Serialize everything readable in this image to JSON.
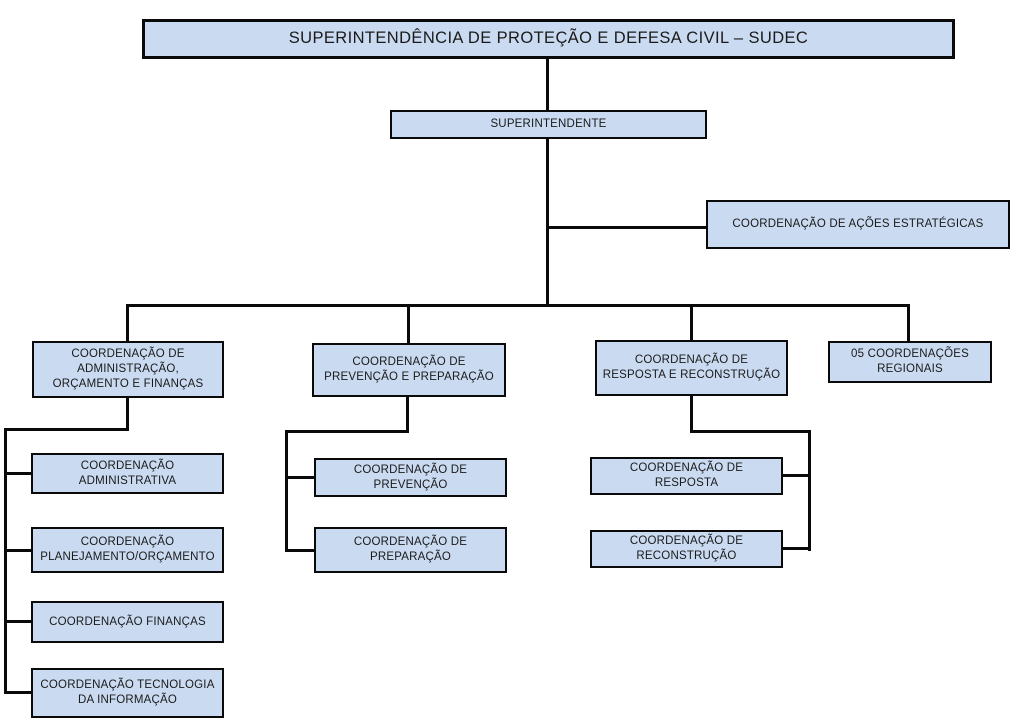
{
  "colors": {
    "node_fill": "#C9DAF1",
    "node_border": "#0A0A0A",
    "connector": "#0A0A0A",
    "background": "#FFFFFF",
    "text": "#1A1A1A"
  },
  "nodes": {
    "root": {
      "label": "SUPERINTENDÊNCIA DE PROTEÇÃO E DEFESA CIVIL – SUDEC"
    },
    "superintendent": {
      "label": "SUPERINTENDENTE"
    },
    "strategic_actions": {
      "label": "COORDENAÇÃO DE AÇÕES ESTRATÉGICAS"
    },
    "admin_budget_finance": {
      "label": "COORDENAÇÃO DE\nADMINISTRAÇÃO,\nORÇAMENTO E FINANÇAS"
    },
    "prevention_preparation": {
      "label": "COORDENAÇÃO DE\nPREVENÇÃO E PREPARAÇÃO"
    },
    "response_reconstruction": {
      "label": "COORDENAÇÃO DE\nRESPOSTA E RECONSTRUÇÃO"
    },
    "regional_coordinations": {
      "label": "05 COORDENAÇÕES\nREGIONAIS"
    },
    "administrative": {
      "label": "COORDENAÇÃO\nADMINISTRATIVA"
    },
    "planning_budget": {
      "label": "COORDENAÇÃO\nPLANEJAMENTO/ORÇAMENTO"
    },
    "finance": {
      "label": "COORDENAÇÃO FINANÇAS"
    },
    "information_technology": {
      "label": "COORDENAÇÃO TECNOLOGIA\nDA INFORMAÇÃO"
    },
    "prevention": {
      "label": "COORDENAÇÃO DE\nPREVENÇÃO"
    },
    "preparation": {
      "label": "COORDENAÇÃO DE\nPREPARAÇÃO"
    },
    "response": {
      "label": "COORDENAÇÃO DE\nRESPOSTA"
    },
    "reconstruction": {
      "label": "COORDENAÇÃO DE\nRECONSTRUÇÃO"
    }
  },
  "edges": [
    {
      "from": "root",
      "to": "superintendent"
    },
    {
      "from": "superintendent",
      "to": "strategic_actions"
    },
    {
      "from": "superintendent",
      "to": "admin_budget_finance"
    },
    {
      "from": "superintendent",
      "to": "prevention_preparation"
    },
    {
      "from": "superintendent",
      "to": "response_reconstruction"
    },
    {
      "from": "superintendent",
      "to": "regional_coordinations"
    },
    {
      "from": "admin_budget_finance",
      "to": "administrative"
    },
    {
      "from": "admin_budget_finance",
      "to": "planning_budget"
    },
    {
      "from": "admin_budget_finance",
      "to": "finance"
    },
    {
      "from": "admin_budget_finance",
      "to": "information_technology"
    },
    {
      "from": "prevention_preparation",
      "to": "prevention"
    },
    {
      "from": "prevention_preparation",
      "to": "preparation"
    },
    {
      "from": "response_reconstruction",
      "to": "response"
    },
    {
      "from": "response_reconstruction",
      "to": "reconstruction"
    }
  ]
}
